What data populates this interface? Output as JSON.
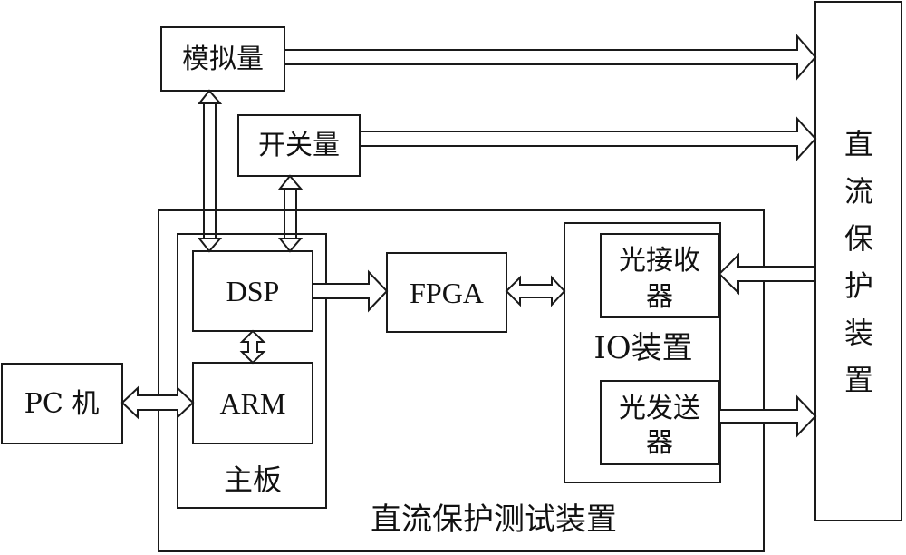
{
  "blocks": {
    "analog": "模拟量",
    "switch": "开关量",
    "pc": "PC 机",
    "dsp": "DSP",
    "arm": "ARM",
    "mainboard": "主板",
    "fpga": "FPGA",
    "io": "IO装置",
    "receiver_line1": "光接收",
    "receiver_line2": "器",
    "sender_line1": "光发送",
    "sender_line2": "器",
    "tester": "直流保护测试装置",
    "protection": [
      "直",
      "流",
      "保",
      "护",
      "装",
      "置"
    ]
  },
  "colors": {
    "stroke": "#1a1a1a",
    "background": "#ffffff",
    "text": "#111111"
  }
}
